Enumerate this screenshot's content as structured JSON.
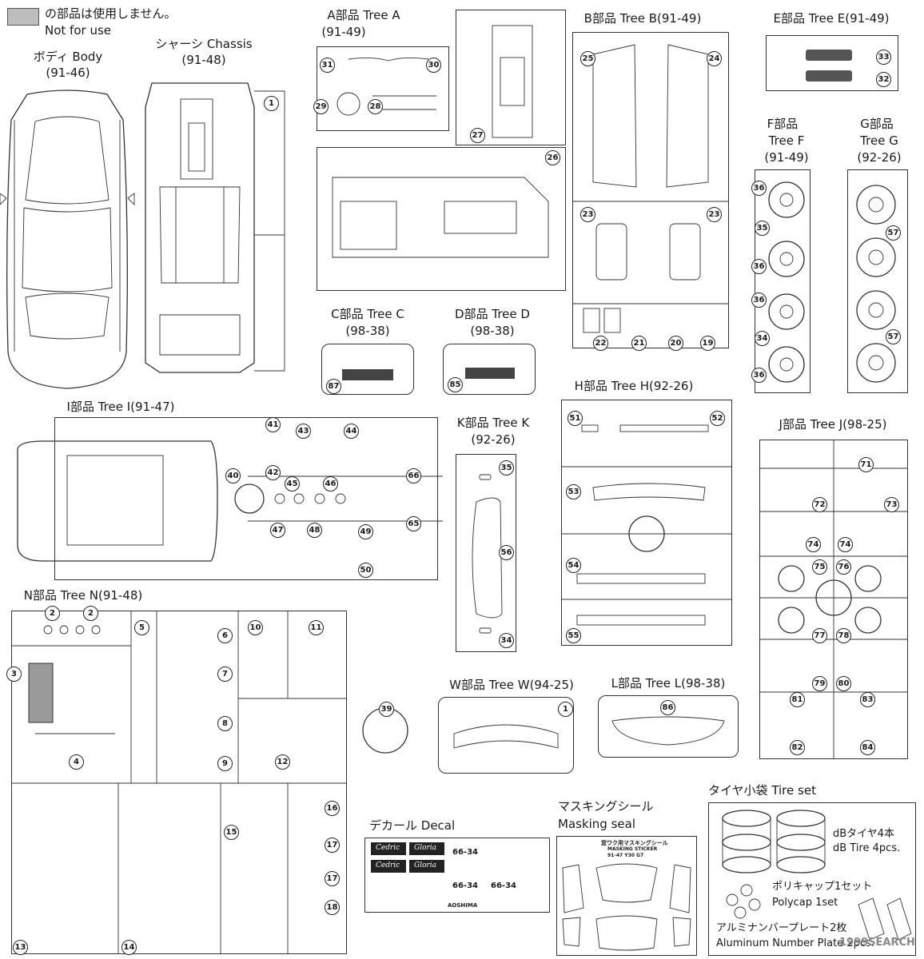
{
  "legend": {
    "ja": "の部品は使用しません。",
    "en": "Not for use"
  },
  "body": {
    "title": "ボディ Body",
    "code": "(91-46)"
  },
  "chassis": {
    "title": "シャーシ Chassis",
    "code": "(91-48)",
    "nums": [
      "1"
    ]
  },
  "tree_a": {
    "title": "A部品 Tree A",
    "code": "(91-49)",
    "nums": [
      "31",
      "30",
      "29",
      "28",
      "27",
      "26"
    ]
  },
  "tree_b": {
    "title": "B部品 Tree B(91-49)",
    "nums": [
      "25",
      "24",
      "23",
      "23",
      "22",
      "21",
      "20",
      "19"
    ]
  },
  "tree_e": {
    "title": "E部品 Tree E(91-49)",
    "nums": [
      "33",
      "32"
    ]
  },
  "tree_f": {
    "title1": "F部品",
    "title2": "Tree F",
    "code": "(91-49)",
    "nums": [
      "36",
      "35",
      "36",
      "36",
      "34",
      "36"
    ]
  },
  "tree_g": {
    "title1": "G部品",
    "title2": "Tree G",
    "code": "(92-26)",
    "nums": [
      "57",
      "57"
    ]
  },
  "tree_c": {
    "title": "C部品 Tree C",
    "code": "(98-38)",
    "nums": [
      "87"
    ]
  },
  "tree_d": {
    "title": "D部品 Tree D",
    "code": "(98-38)",
    "nums": [
      "85"
    ]
  },
  "tree_i": {
    "title": "I部品 Tree I(91-47)",
    "nums": [
      "41",
      "43",
      "44",
      "42",
      "40",
      "45",
      "46",
      "66",
      "65",
      "47",
      "48",
      "49",
      "50"
    ]
  },
  "tree_k": {
    "title": "K部品 Tree K",
    "code": "(92-26)",
    "nums": [
      "35",
      "56",
      "34"
    ]
  },
  "tree_h": {
    "title": "H部品 Tree H(92-26)",
    "nums": [
      "51",
      "52",
      "53",
      "54",
      "55"
    ]
  },
  "tree_j": {
    "title": "J部品 Tree J(98-25)",
    "nums": [
      "71",
      "72",
      "73",
      "74",
      "74",
      "75",
      "76",
      "77",
      "78",
      "79",
      "80",
      "81",
      "83",
      "82",
      "84"
    ]
  },
  "tree_n": {
    "title": "N部品 Tree N(91-48)",
    "nums": [
      "2",
      "2",
      "5",
      "6",
      "7",
      "8",
      "9",
      "10",
      "11",
      "3",
      "4",
      "12",
      "39",
      "13",
      "14",
      "15",
      "16",
      "17",
      "17",
      "18"
    ]
  },
  "tree_w": {
    "title": "W部品 Tree W(94-25)",
    "nums": [
      "1"
    ]
  },
  "tree_l": {
    "title": "L部品 Tree L(98-38)",
    "nums": [
      "86"
    ]
  },
  "decal": {
    "title": "デカール Decal",
    "brand1": "Cedric",
    "brand2": "Gloria",
    "plate": "66-34",
    "maker": "AOSHIMA"
  },
  "masking": {
    "title1": "マスキングシール",
    "title2": "Masking seal",
    "sheet_title": "窓ワク用マスキングシール",
    "sheet_sub": "MASKING STICKER",
    "sheet_code": "91-47 Y30 G7"
  },
  "tireset": {
    "title": "タイヤ小袋 Tire set",
    "tire_ja": "dBタイヤ4本",
    "tire_en": "dB Tire 4pcs.",
    "poly_ja": "ポリキャップ1セット",
    "poly_en": "Polycap 1set",
    "plate_ja": "アルミナンバープレート2枚",
    "plate_en": "Aluminum Number Plate 2pcs.",
    "watermark": "1999SEARCH"
  }
}
